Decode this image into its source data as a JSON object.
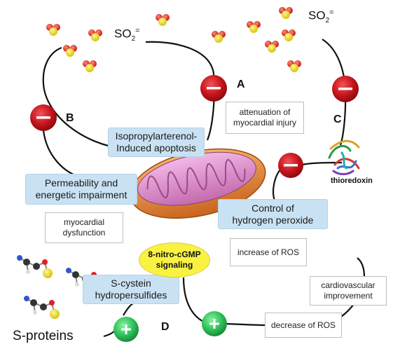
{
  "so2_labels": [
    "SO",
    "SO"
  ],
  "so2_subscript": "2",
  "so2_charge": "=",
  "letters": {
    "a": "A",
    "b": "B",
    "c": "C",
    "d": "D"
  },
  "blue_boxes": {
    "apoptosis": "Isopropylarterenol-\nInduced apoptosis",
    "permeability": "Permeability and\nenergetic impairment",
    "peroxide": "Control of\nhydrogen peroxide",
    "hydropersulfides": "S-cystein\nhydropersulfides"
  },
  "white_boxes": {
    "attenuation": "attenuation of\nmyocardial injury",
    "dysfunction": "myocardial\ndysfunction",
    "increase_ros": "increase of ROS",
    "cardio": "cardiovascular\nimprovement",
    "decrease_ros": "decrease of ROS"
  },
  "nitro": "8-nitro-cGMP\nsignaling",
  "thioredoxin": "thioredoxin",
  "s_proteins": "S-proteins",
  "colors": {
    "inhibit": "#c8141c",
    "promote": "#2fc25a",
    "line": "#111111",
    "blue_box": "#c9e2f3",
    "nitro": "#f9f243"
  }
}
